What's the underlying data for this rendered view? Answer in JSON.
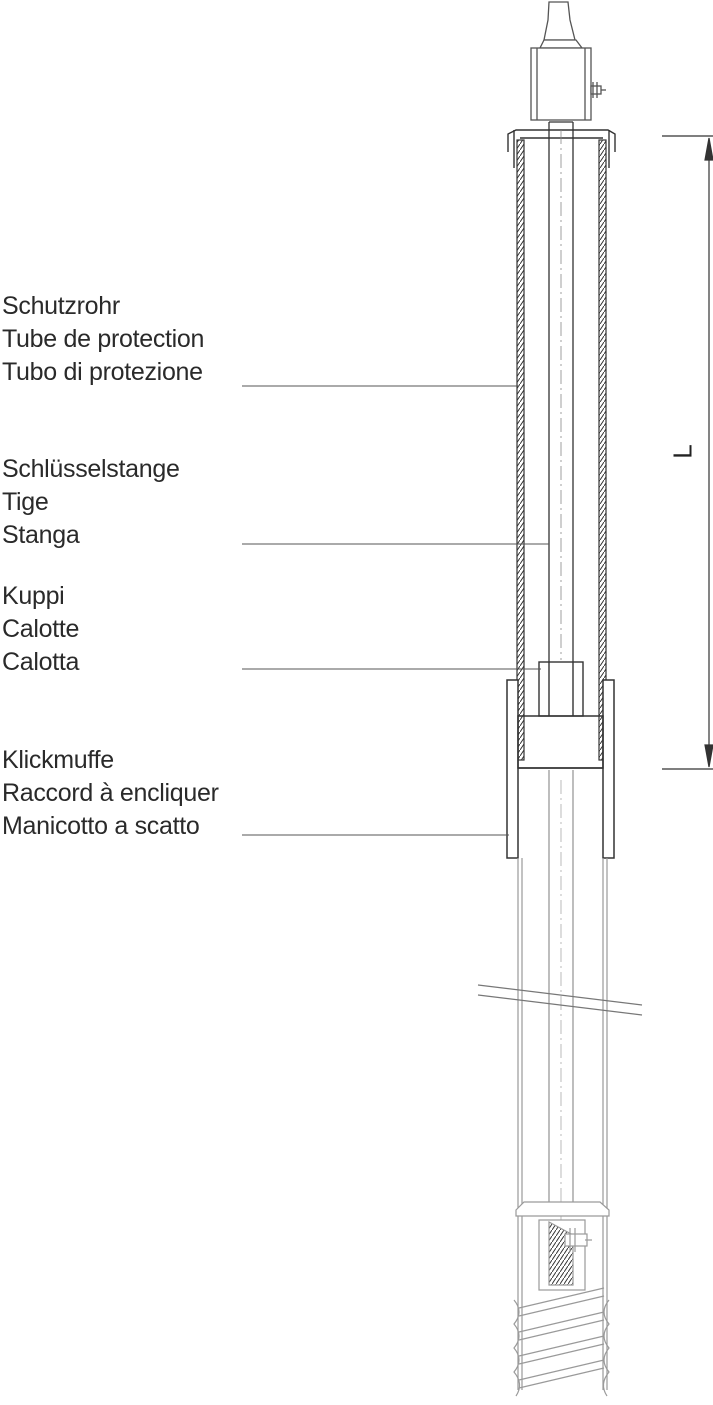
{
  "callouts": [
    {
      "lines": [
        "Schutzrohr",
        "Tube de protection",
        "Tubo di protezione"
      ]
    },
    {
      "lines": [
        "Schlüsselstange",
        "Tige",
        "Stanga"
      ]
    },
    {
      "lines": [
        "Kuppi",
        "Calotte",
        "Calotta"
      ]
    },
    {
      "lines": [
        "Klickmuffe",
        "Raccord à encliquer",
        "Manicotto a scatto"
      ]
    }
  ],
  "dimension": {
    "label": "L"
  },
  "colors": {
    "line": "#333333",
    "faint": "#9a9a9a",
    "text": "#2a2a2a"
  }
}
